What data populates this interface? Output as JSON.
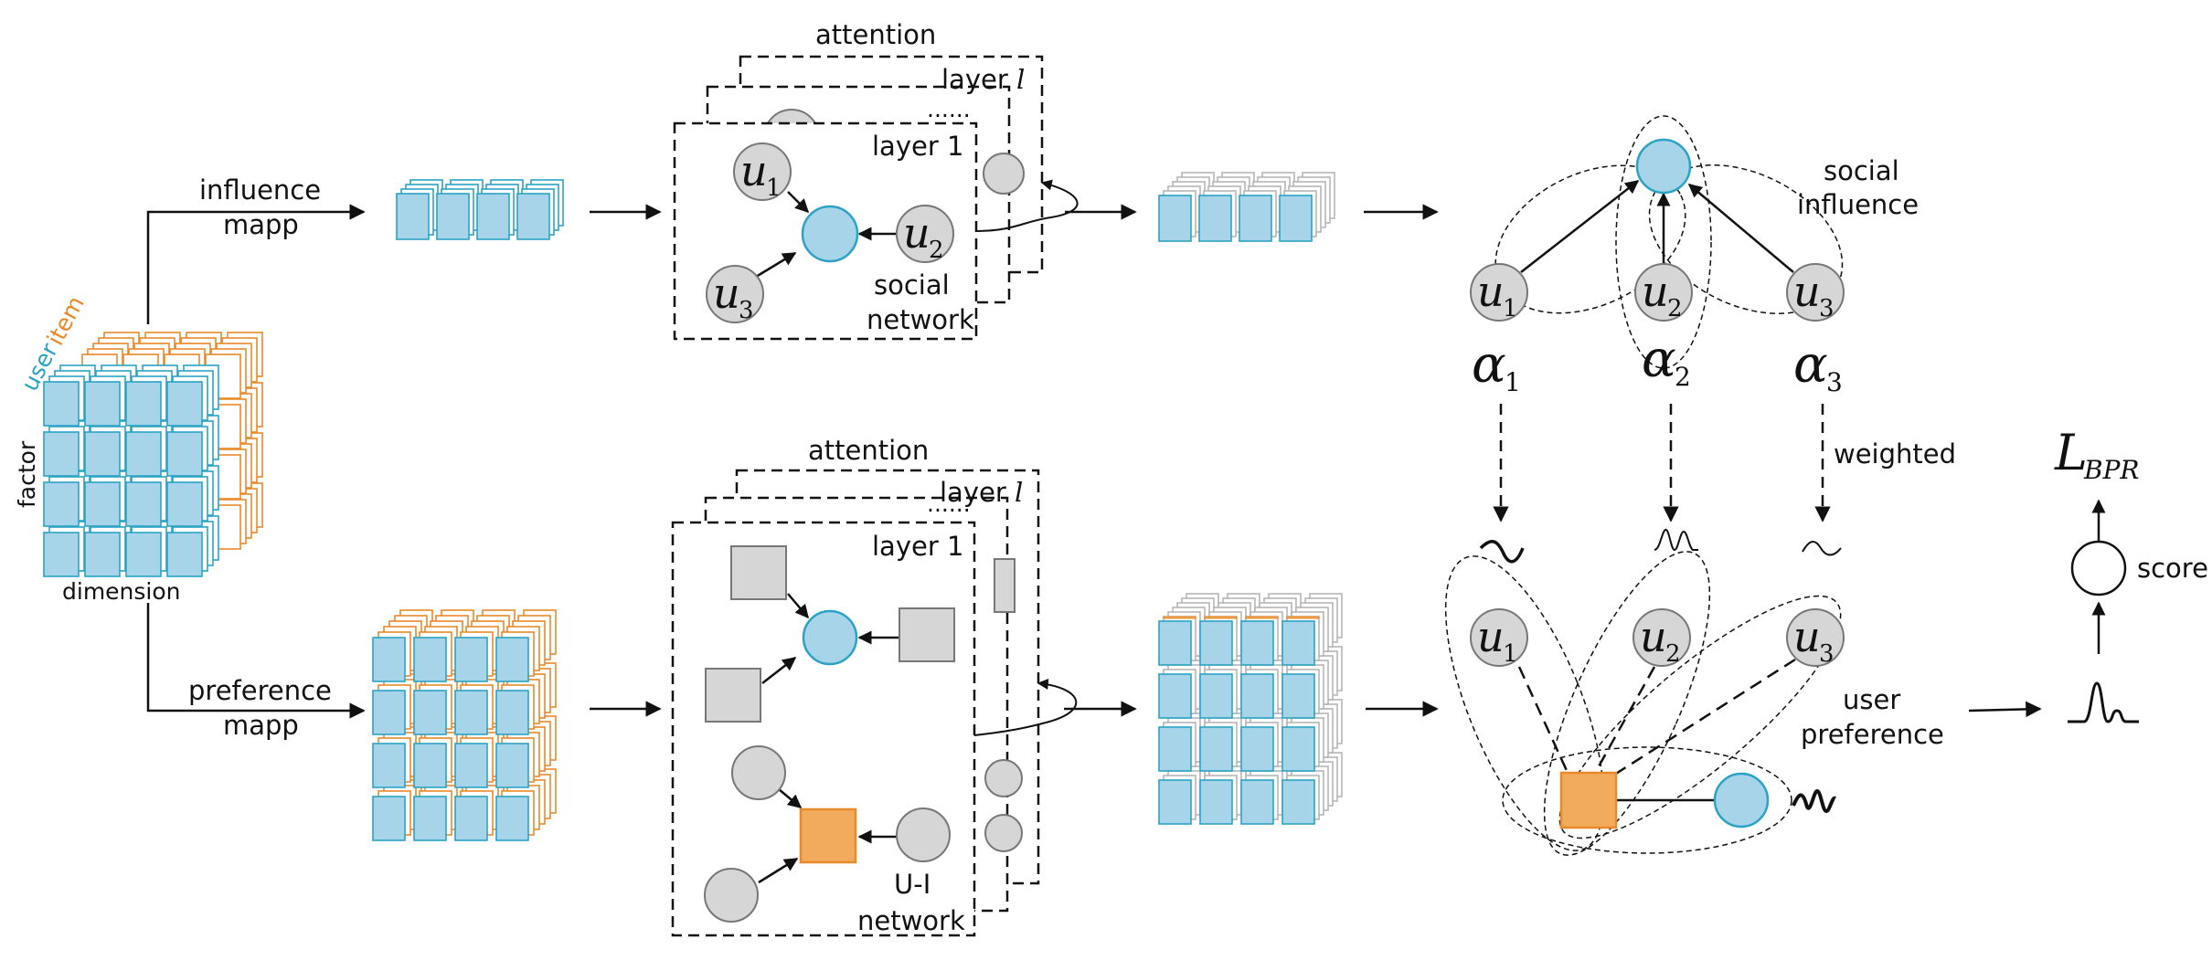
{
  "colors": {
    "user": "#a8d4ea",
    "user_stroke": "#2aa3c4",
    "item": "#f2aa5c",
    "item_stroke": "#e9892a",
    "node_gray": "#d6d6d6",
    "node_stroke": "#777777",
    "ink": "#111111"
  },
  "embedding": {
    "label_user": "user",
    "label_item": "item",
    "label_factor": "factor",
    "label_dimension": "dimension"
  },
  "branches": {
    "influence_line1": "influence",
    "influence_line2": "mapp",
    "preference_line1": "preference",
    "preference_line2": "mapp"
  },
  "social_stack": {
    "attention": "attention",
    "layer_l": "layer",
    "layer_l_symbol": "l",
    "dots": "......",
    "layer_1": "layer 1",
    "network_line1": "social",
    "network_line2": "network",
    "u": "u",
    "sub1": "1",
    "sub2": "2",
    "sub3": "3"
  },
  "ui_stack": {
    "attention": "attention",
    "layer_l": "layer",
    "layer_l_symbol": "l",
    "dots": "......",
    "layer_1": "layer 1",
    "network_line1": "U-I",
    "network_line2": "network"
  },
  "influence_panel": {
    "title_line1": "social",
    "title_line2": "influence",
    "u": "u",
    "sub1": "1",
    "sub2": "2",
    "sub3": "3",
    "alpha": "α",
    "weighted": "weighted"
  },
  "preference_panel": {
    "title_line1": "user",
    "title_line2": "preference",
    "u": "u",
    "sub1": "1",
    "sub2": "2",
    "sub3": "3"
  },
  "output": {
    "loss": "L",
    "loss_sub": "BPR",
    "score": "score"
  }
}
